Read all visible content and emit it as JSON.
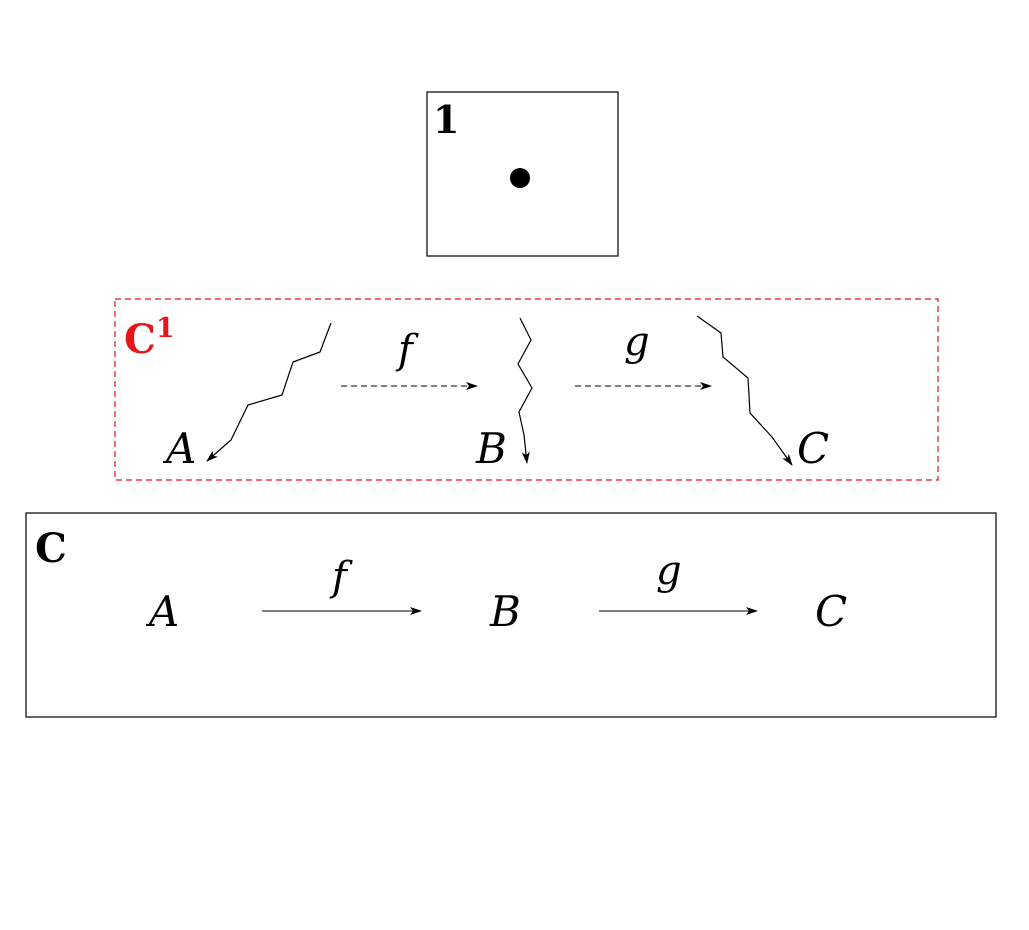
{
  "terminal_box": {
    "label": "1"
  },
  "c1_box": {
    "label_main": "C",
    "label_sup": "1",
    "objects": [
      "A",
      "B",
      "C"
    ],
    "morphisms": [
      "f",
      "g"
    ],
    "accent_color": "#e8141c"
  },
  "c_box": {
    "label": "C",
    "objects": [
      "A",
      "B",
      "C"
    ],
    "morphisms": [
      "f",
      "g"
    ]
  }
}
